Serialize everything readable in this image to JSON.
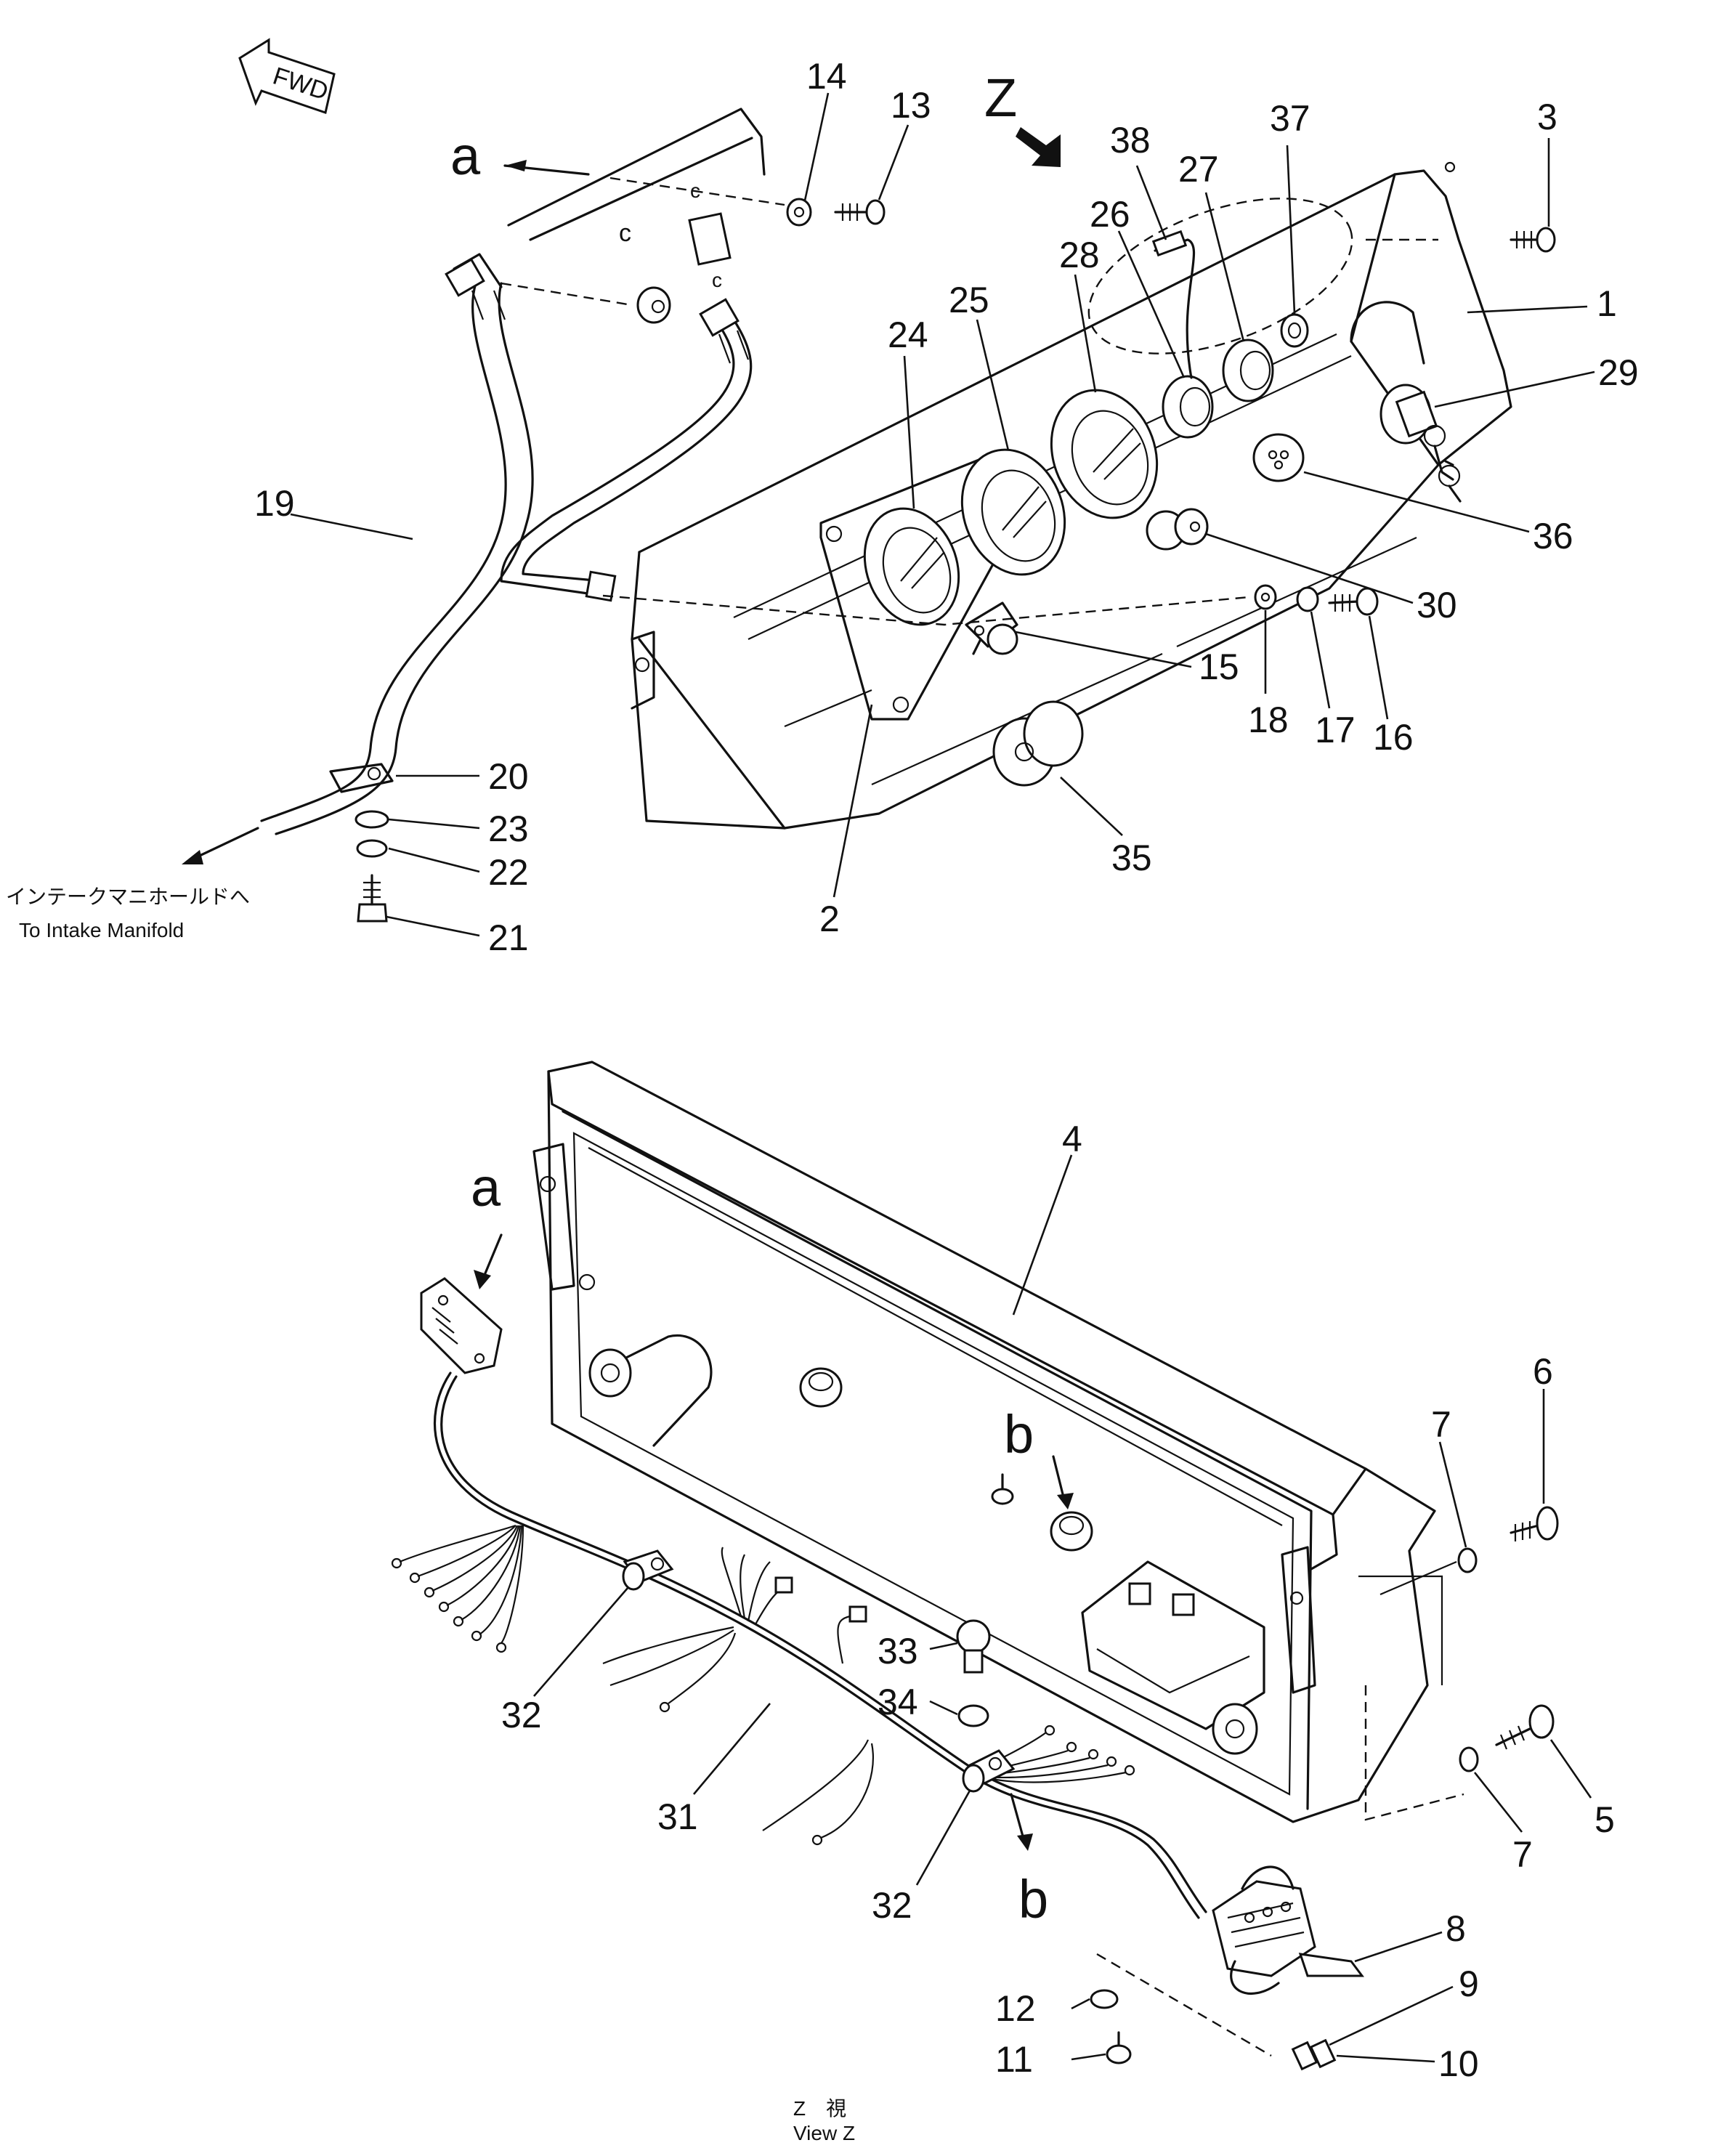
{
  "fwd_label": "FWD",
  "view_z_arrow": "Z",
  "note_a": "a",
  "note_b": "b",
  "note_c": "c",
  "parts_top": [
    "14",
    "13",
    "38",
    "37",
    "3",
    "27",
    "26",
    "28",
    "1",
    "29",
    "24",
    "25",
    "19",
    "36",
    "30",
    "15",
    "18",
    "17",
    "16",
    "20",
    "23",
    "22",
    "35",
    "2",
    "21"
  ],
  "parts_bottom": [
    "4",
    "6",
    "7",
    "5",
    "32",
    "31",
    "33",
    "34",
    "8",
    "9",
    "12",
    "11",
    "10"
  ],
  "intake_jp": "インテークマニホールドへ",
  "intake_en": "To Intake Manifold",
  "view_caption_jp": "Z　視",
  "view_caption_en": "View Z"
}
